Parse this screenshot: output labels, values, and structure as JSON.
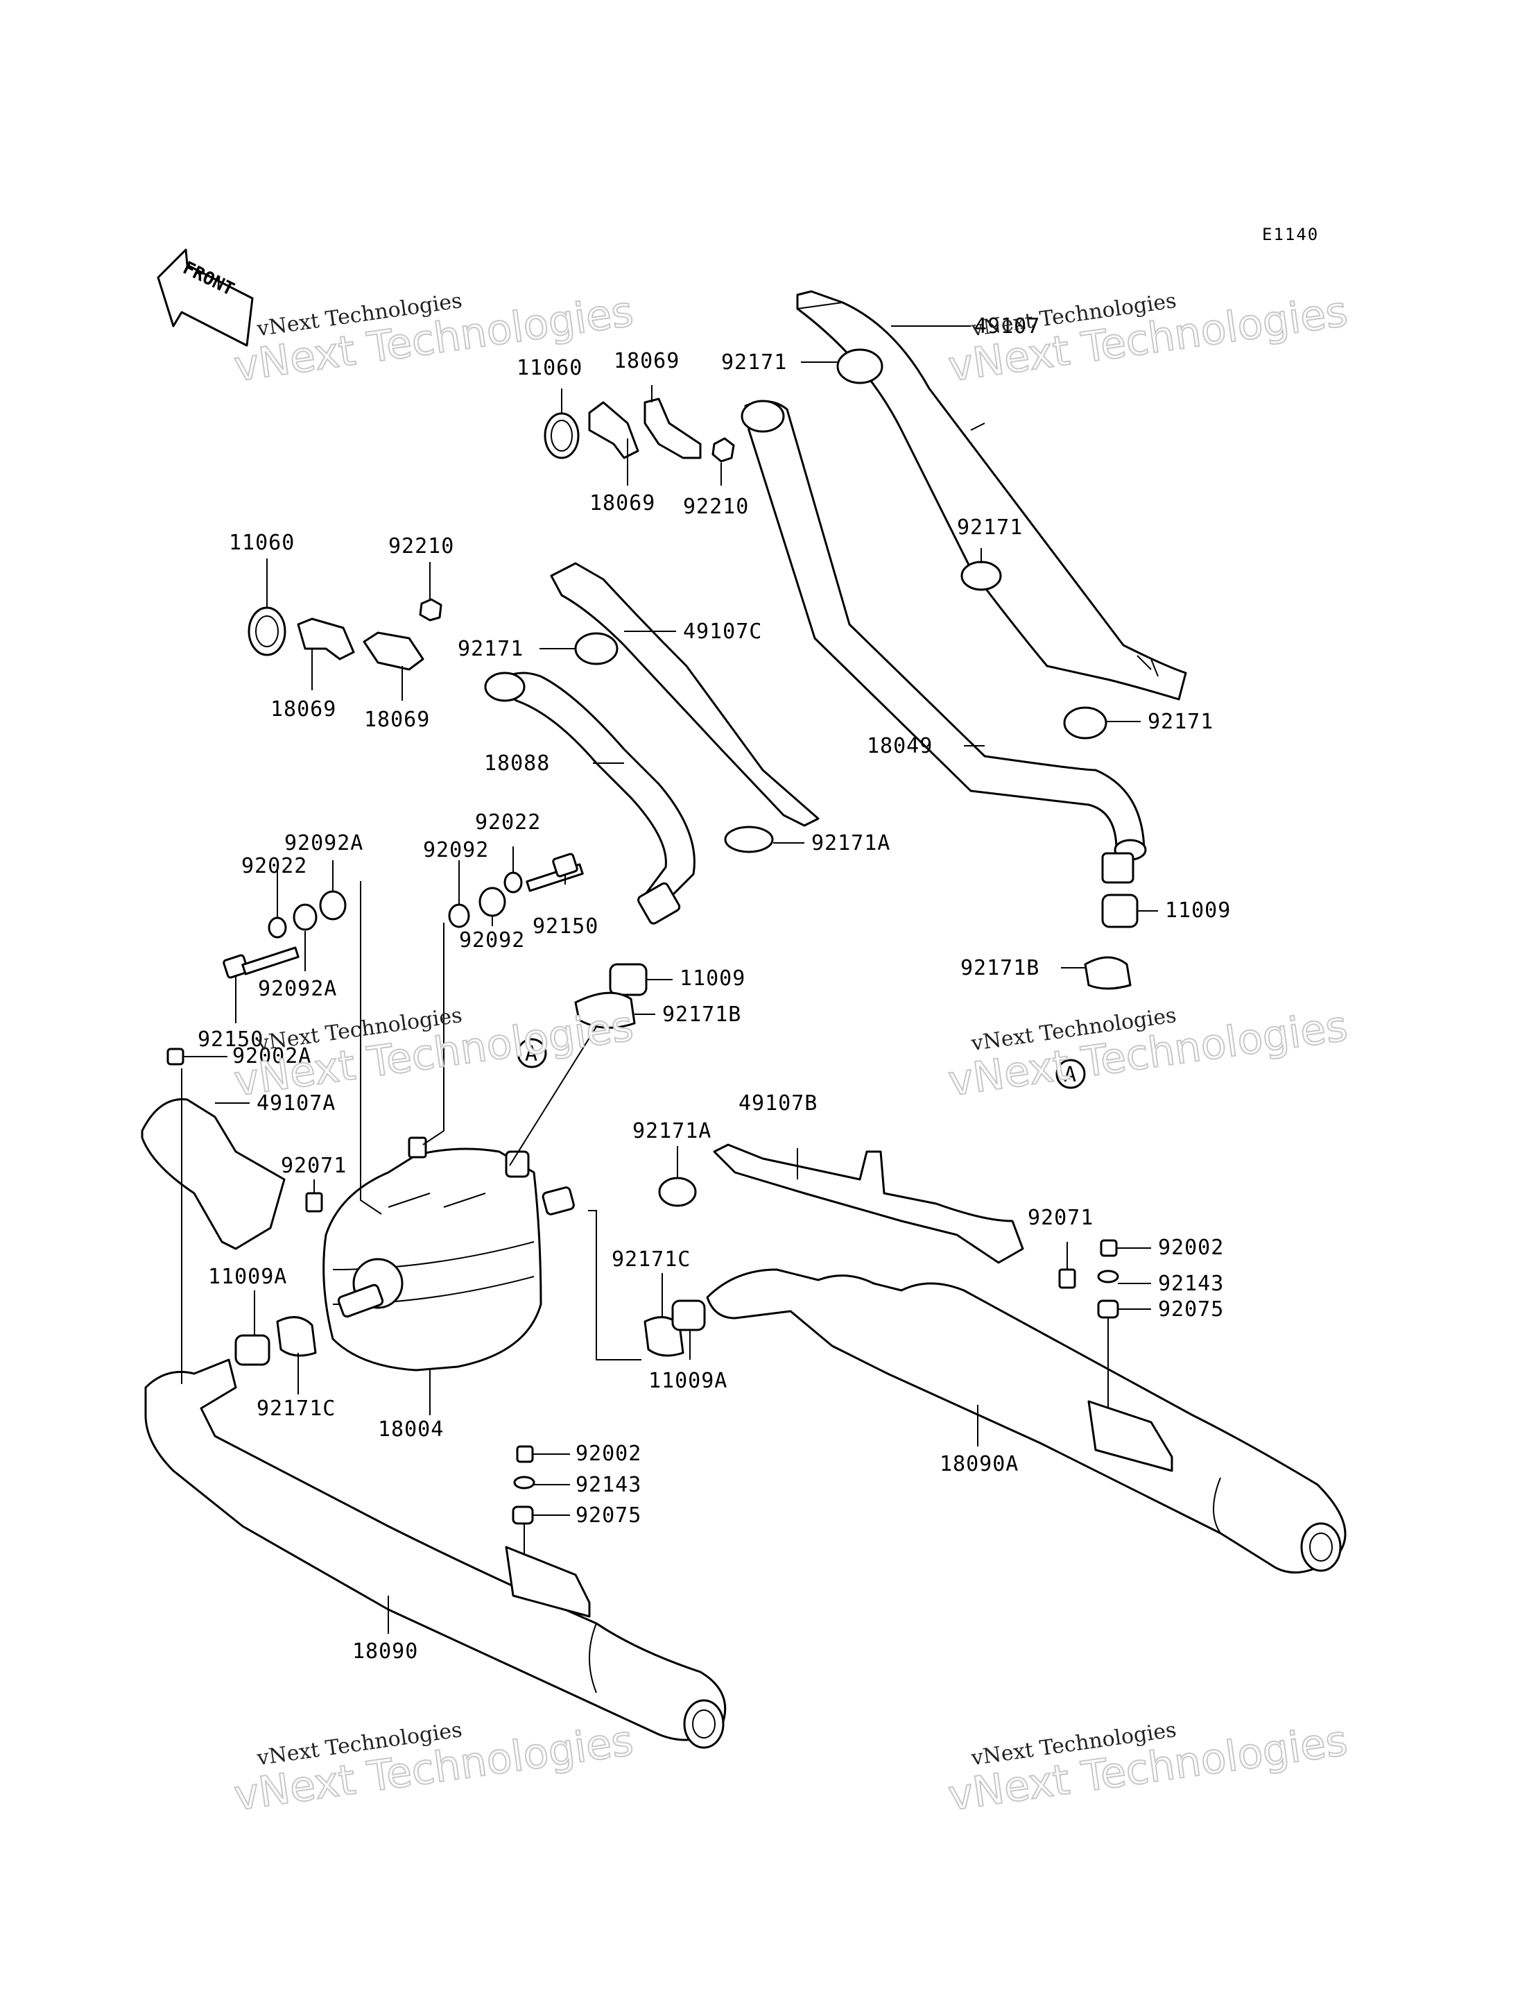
{
  "diagram": {
    "code": "E1140",
    "front_label": "FRONT",
    "callout_letter": "A",
    "watermarks": [
      {
        "small": "vNext Technologies",
        "big": "vNext Technologies"
      },
      {
        "small": "vNext Technologies",
        "big": "vNext Technologies"
      },
      {
        "small": "vNext Technologies",
        "big": "vNext Technologies"
      },
      {
        "small": "vNext Technologies",
        "big": "vNext Technologies"
      },
      {
        "small": "vNext Technologies",
        "big": "vNext Technologies"
      },
      {
        "small": "vNext Technologies",
        "big": "vNext Technologies"
      }
    ],
    "labels": [
      "11060",
      "18069",
      "18069",
      "92210",
      "92171",
      "49107",
      "92171",
      "92171",
      "18049",
      "11060",
      "92210",
      "18069",
      "18069",
      "92171",
      "49107C",
      "18088",
      "92171A",
      "92092A",
      "92022",
      "92092A",
      "92150",
      "92092",
      "92022",
      "92092",
      "92150",
      "11009",
      "92171B",
      "11009",
      "92171B",
      "92002A",
      "49107A",
      "92071",
      "11009A",
      "92171C",
      "18004",
      "92171A",
      "49107B",
      "92071",
      "92171C",
      "11009A",
      "92002",
      "92143",
      "92075",
      "92002",
      "92143",
      "92075",
      "18090A",
      "18090"
    ]
  }
}
